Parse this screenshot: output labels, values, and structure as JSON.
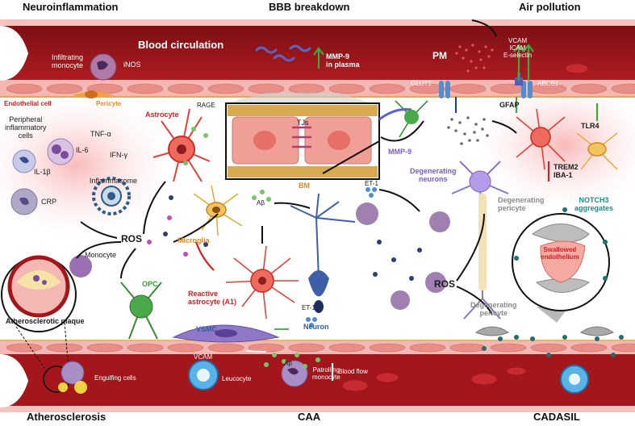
{
  "corners": {
    "top_left": "Neuroinflammation",
    "top_center": "BBB breakdown",
    "top_right": "Air pollution",
    "bottom_left": "Atherosclerosis",
    "bottom_center": "CAA",
    "bottom_right": "CADASIL"
  },
  "vessel_top": {
    "title": "Blood circulation",
    "infiltrating_monocyte": [
      "Infiltrating",
      "monocyte"
    ],
    "inos": "iNOS",
    "mmp9_plasma": [
      "MMP-9",
      "in plasma"
    ],
    "pm": "PM",
    "adhesion": [
      "VCAM",
      "ICAM",
      "E-selectin"
    ],
    "glut1": "GLUT1",
    "abcb1": "ABCB1"
  },
  "neuroinflammation": {
    "endothelial_cell": "Endothelial cell",
    "pericyte": "Pericyte",
    "peripheral": [
      "Peripheral",
      "inflammatory",
      "cells"
    ],
    "tnf": "TNF-α",
    "il6": "IL-6",
    "ifn": "IFN-γ",
    "il1b": "IL-1β",
    "crp": "CRP",
    "inflammasome": "Inflammasome",
    "astrocyte": "Astrocyte",
    "rage": "RAGE",
    "ros": "ROS",
    "monocyte": "Monocyte",
    "microglia": "Microglia",
    "opc": "OPC",
    "atherosclerotic_plaque": "Atherosclerotic plaque"
  },
  "bbb": {
    "tjs": "TJs",
    "bm": "BM",
    "mmp9": "MMP-9",
    "et1_top": "ET-1",
    "abeta_top": "Aβ",
    "reactive_astrocyte": [
      "Reactive",
      "astrocyte (A1)"
    ],
    "neuron": "Neuron",
    "degenerating_neurons": [
      "Degenerating",
      "neurons"
    ],
    "vsmc": "VSMC",
    "et1_bottom": "ET-1",
    "abeta_bottom": "Aβ"
  },
  "air_pollution": {
    "gfap": "GFAP",
    "tlr4": "TLR4",
    "trem2": "TREM2",
    "iba1": "IBA-1"
  },
  "cadasil": {
    "degenerating_pericyte_top": [
      "Degenerating",
      "pericyte"
    ],
    "notch3": [
      "NOTCH3",
      "aggregates"
    ],
    "swallowed": [
      "Swallowed",
      "endothelium"
    ],
    "ros": "ROS",
    "degenerating_pericyte_bottom": [
      "Degenerating",
      "pericyte"
    ]
  },
  "vessel_bottom": {
    "engulfing_cells": "Engulfing cells",
    "vcam": "VCAM",
    "leucocyte": "Leucocyte",
    "patrolling_monocyte": [
      "Patrolling",
      "monocyte"
    ],
    "blood_flow": "Blood flow"
  },
  "colors": {
    "vessel": "#a3161b",
    "vessel_wall": "#f3b8b3",
    "endothelial_label": "#d52020",
    "pericyte_label": "#e8871e",
    "astrocyte": "#e4423a",
    "microglia": "#e8a92b",
    "neuron": "#3e5fa8",
    "degenerating": "#8b73c9",
    "notch3": "#1e8c8c"
  },
  "icons": [
    "monocyte-cell-icon",
    "astrocyte-cell-icon",
    "microglia-cell-icon",
    "neuron-cell-icon",
    "inflammasome-icon",
    "leucocyte-cell-icon",
    "pericyte-cell-icon",
    "receptor-channel-icon",
    "up-arrow-icon",
    "down-arrow-icon"
  ]
}
